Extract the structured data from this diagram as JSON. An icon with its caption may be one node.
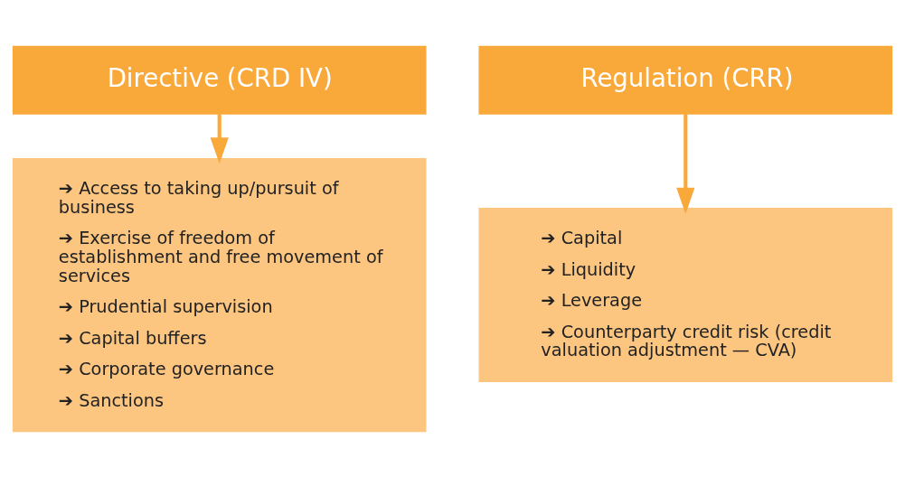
{
  "diagram": {
    "nodes": [
      {
        "text": [
          "Directive (CRD IV)"
        ]
      },
      {
        "text": [
          "➔ Access to taking up/pursuit of business",
          "➔ Exercise of freedom of establishment and free movement of services",
          "➔ Prudential supervision",
          "➔ Capital buffers",
          "➔ Corporate governance",
          "➔ Sanctions"
        ]
      },
      {
        "text": [
          "Regulation (CRR)"
        ]
      },
      {
        "text": [
          "➔ Capital",
          "➔ Liquidity",
          "➔ Leverage",
          "➔ Counterparty credit risk (credit valuation adjustment — CVA)"
        ]
      }
    ],
    "edges": [
      {
        "from": 0,
        "to": 1,
        "arrow": "to"
      },
      {
        "from": 2,
        "to": 3,
        "arrow": "to"
      }
    ]
  }
}
